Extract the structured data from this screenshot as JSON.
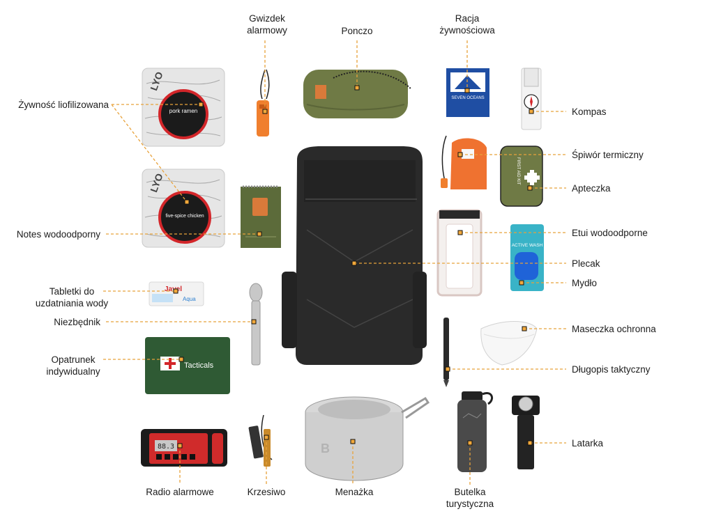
{
  "colors": {
    "leader": "#e8a23a",
    "marker_fill": "#f2a93b",
    "marker_stroke": "#111111",
    "text": "#1c1c1c",
    "backpack": "#2a2a2a",
    "olive": "#6f7a45",
    "orange": "#e8692a"
  },
  "labels": {
    "food_freeze_dried": "Żywność liofilizowana",
    "whistle_line1": "Gwizdek",
    "whistle_line2": "alarmowy",
    "poncho": "Ponczo",
    "ration_line1": "Racja",
    "ration_line2": "żywnościowa",
    "compass": "Kompas",
    "sleeping_bag": "Śpiwór termiczny",
    "first_aid": "Apteczka",
    "notebook": "Notes wodoodporny",
    "waterproof_case": "Etui wodoodporne",
    "backpack": "Plecak",
    "soap": "Mydło",
    "tablets_line1": "Tabletki do",
    "tablets_line2": "uzdatniania wody",
    "multitool": "Niezbędnik",
    "mask": "Maseczka ochronna",
    "dressing_line1": "Opatrunek",
    "dressing_line2": "indywidualny",
    "pen": "Długopis taktyczny",
    "flashlight": "Latarka",
    "radio": "Radio alarmowe",
    "firesteel": "Krzesiwo",
    "mess_tin": "Menażka",
    "bottle_line1": "Butelka",
    "bottle_line2": "turystyczna"
  },
  "product_text": {
    "food1_name": "pork ramen",
    "food2_name": "five-spice chicken",
    "ration_brand": "SEVEN OCEANS",
    "first_aid_text": "FIRST AID KIT",
    "soap_text": "ACTIVE WASH",
    "tablets_brand": "Javel",
    "tablets_sub": "Aqua",
    "dressing_brand": "Tacticals",
    "radio_display": "88.3"
  }
}
